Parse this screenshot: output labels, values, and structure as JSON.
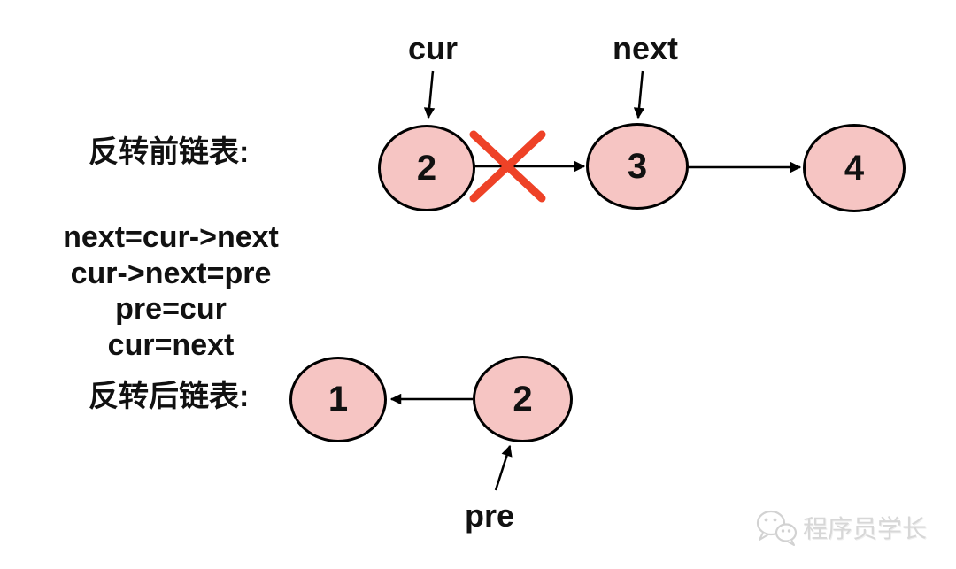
{
  "pointer_labels": {
    "cur": "cur",
    "next": "next",
    "pre": "pre"
  },
  "section_labels": {
    "before": "反转前链表:",
    "after": "反转后链表:"
  },
  "code_lines": [
    "next=cur->next",
    "cur->next=pre",
    "pre=cur",
    "cur=next"
  ],
  "before_list": {
    "nodes": [
      {
        "value": "2"
      },
      {
        "value": "3"
      },
      {
        "value": "4"
      }
    ]
  },
  "after_list": {
    "nodes": [
      {
        "value": "1"
      },
      {
        "value": "2"
      }
    ]
  },
  "crossed_edge": {
    "from": "2",
    "to": "3"
  },
  "watermark": {
    "text": "程序员学长",
    "icon": "wechat-icon"
  },
  "colors": {
    "node_fill": "#f6c5c3",
    "node_stroke": "#000000",
    "arrow": "#000000",
    "cross": "#ee4227",
    "watermark_text": "#d7d7d7"
  }
}
